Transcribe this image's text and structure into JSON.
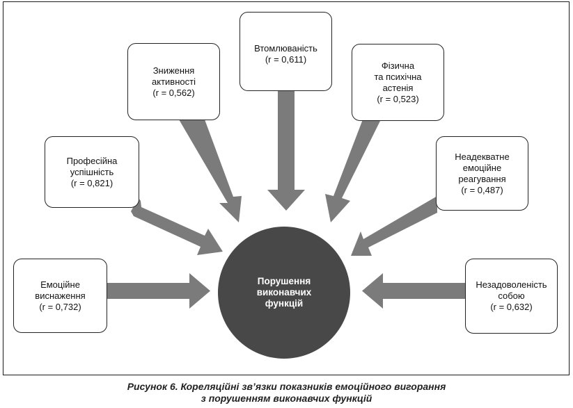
{
  "diagram": {
    "center": {
      "label": "Порушення\nвиконавчих\nфункцій"
    },
    "factors": [
      {
        "id": "emotional-exhaustion",
        "label": "Емоційне\nвиснаження\n(r = 0,732)"
      },
      {
        "id": "professional-success",
        "label": "Професійна\nуспішність\n(r = 0,821)"
      },
      {
        "id": "reduced-activity",
        "label": "Зниження\nактивності\n(r = 0,562)"
      },
      {
        "id": "fatigue",
        "label": "Втомлюваність\n(r = 0,611)"
      },
      {
        "id": "physical-mental-asthenia",
        "label": "Фізична\nта психічна\nастенія\n(r = 0,523)"
      },
      {
        "id": "inadequate-emotional-response",
        "label": "Неадекватне\nемоційне\nреагування\n(r = 0,487)"
      },
      {
        "id": "self-dissatisfaction",
        "label": "Незадоволеність\nсобою\n(r = 0,632)"
      }
    ],
    "caption": "Рисунок 6. Кореляційні зв’язки показників емоційного вигорання\nз порушенням виконавчих функцій",
    "colors": {
      "arrow": "#7b7b7b",
      "circle": "#484848",
      "border": "#222222"
    }
  }
}
